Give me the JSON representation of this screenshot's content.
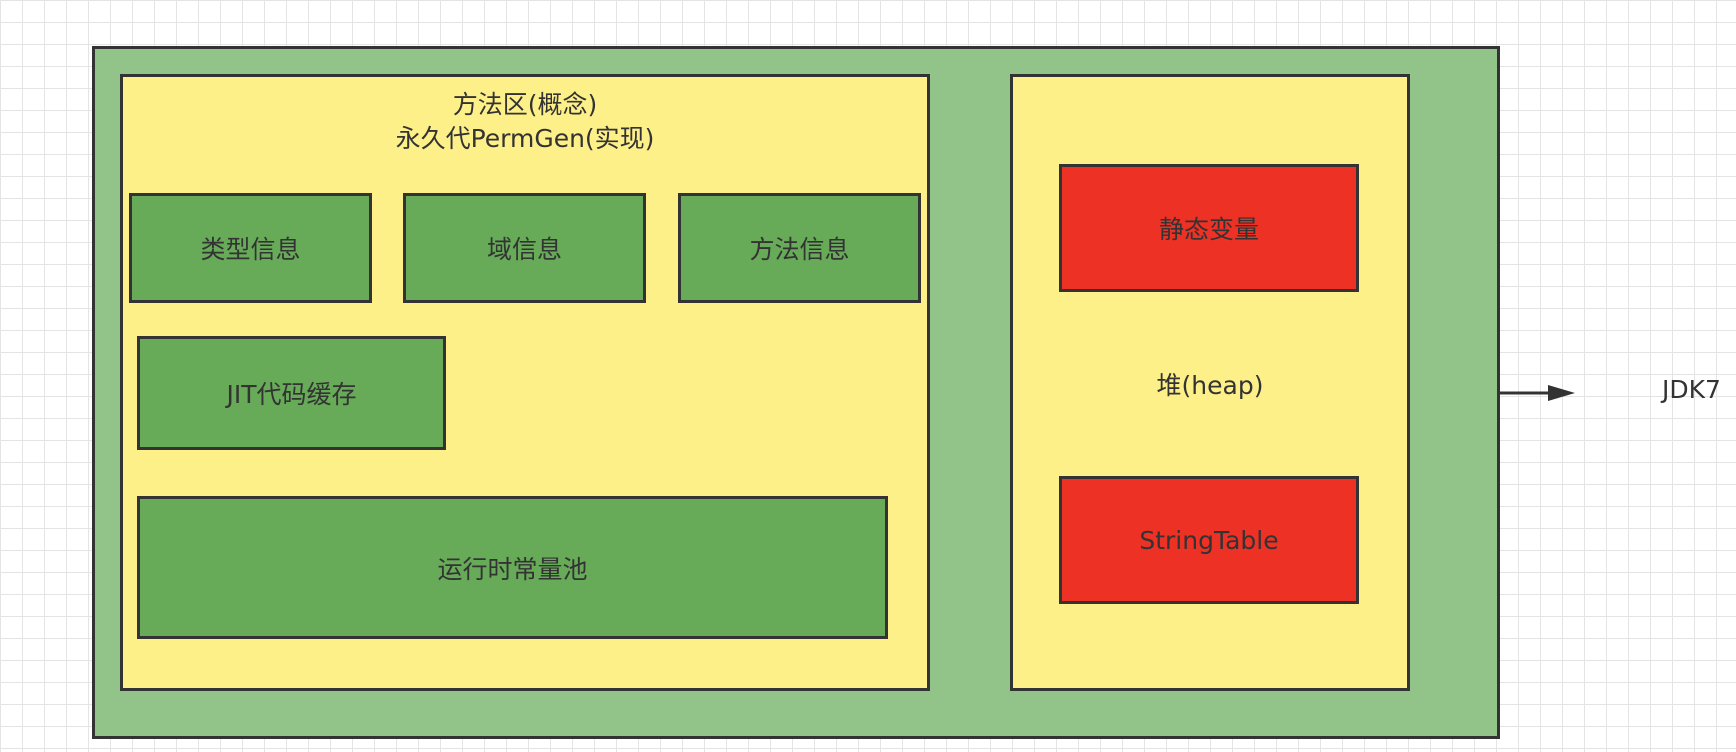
{
  "method_area": {
    "title_line1": "方法区(概念)",
    "title_line2": "永久代PermGen(实现)",
    "blocks": {
      "type_info": "类型信息",
      "field_info": "域信息",
      "method_info": "方法信息",
      "jit_cache": "JIT代码缓存",
      "runtime_pool": "运行时常量池"
    }
  },
  "heap": {
    "label": "堆(heap)",
    "static_vars": "静态变量",
    "string_table": "StringTable"
  },
  "version_label": "JDK7",
  "colors": {
    "outer_fill": "#92c48a",
    "container_fill": "#fdf089",
    "block_fill": "#67ab59",
    "heap_item_fill": "#ee3125",
    "stroke": "#333333"
  }
}
